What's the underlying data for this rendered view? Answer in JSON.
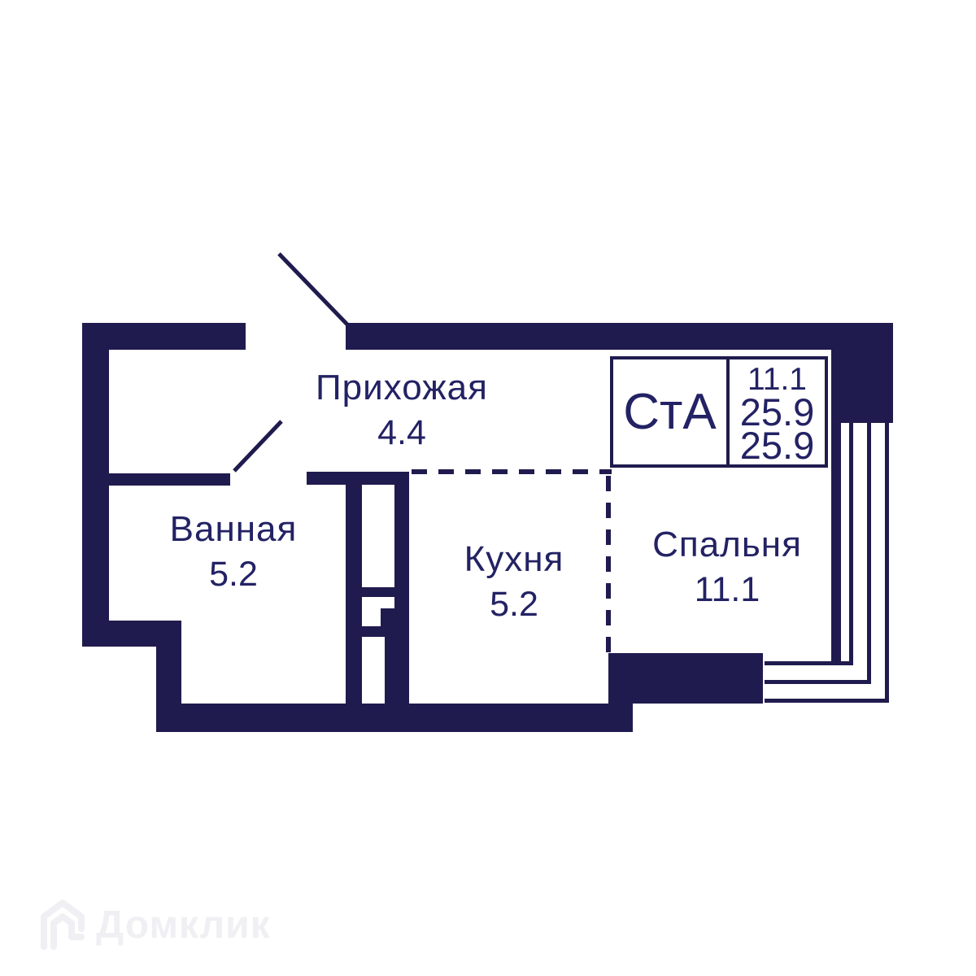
{
  "floorplan": {
    "rooms": {
      "hallway": {
        "name": "Прихожая",
        "area": "4.4"
      },
      "bathroom": {
        "name": "Ванная",
        "area": "5.2"
      },
      "kitchen": {
        "name": "Кухня",
        "area": "5.2"
      },
      "bedroom": {
        "name": "Спальня",
        "area": "11.1"
      }
    },
    "info_box": {
      "type_label": "СтА",
      "room_area": "11.1",
      "living_area": "25.9",
      "total_area": "25.9"
    },
    "colors": {
      "wall": "#201b4e",
      "text": "#232264",
      "watermark": "#f0eff3",
      "background": "#ffffff"
    }
  },
  "watermark": {
    "brand": "Домклик"
  }
}
